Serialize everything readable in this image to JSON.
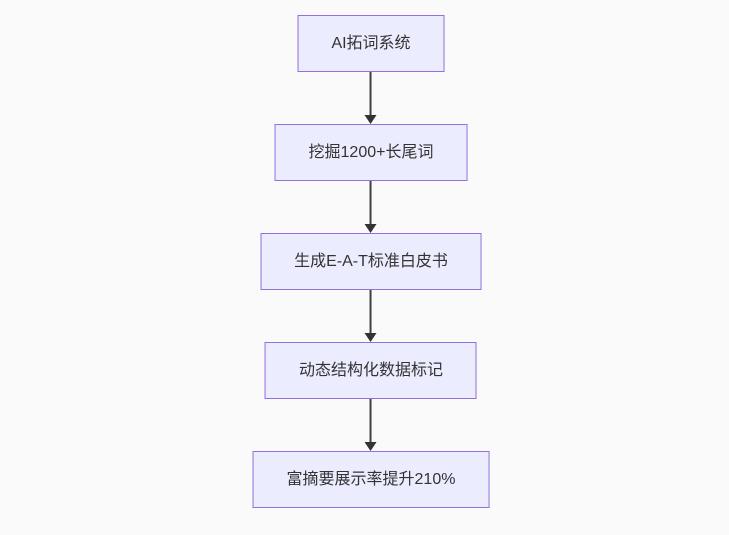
{
  "page": {
    "background_color": "#fafafa"
  },
  "flowchart": {
    "type": "vertical-flowchart",
    "direction": "top-down",
    "node_fill_color": "#ECECFF",
    "node_border_color": "#9370DB",
    "node_text_color": "#333333",
    "arrow_color": "#333333",
    "nodes": [
      {
        "id": "node-1",
        "label": "AI拓词系统"
      },
      {
        "id": "node-2",
        "label": "挖掘1200+长尾词"
      },
      {
        "id": "node-3",
        "label": "生成E-A-T标准白皮书"
      },
      {
        "id": "node-4",
        "label": "动态结构化数据标记"
      },
      {
        "id": "node-5",
        "label": "富摘要展示率提升210%"
      }
    ],
    "edges": [
      {
        "from": "node-1",
        "to": "node-2"
      },
      {
        "from": "node-2",
        "to": "node-3"
      },
      {
        "from": "node-3",
        "to": "node-4"
      },
      {
        "from": "node-4",
        "to": "node-5"
      }
    ]
  }
}
